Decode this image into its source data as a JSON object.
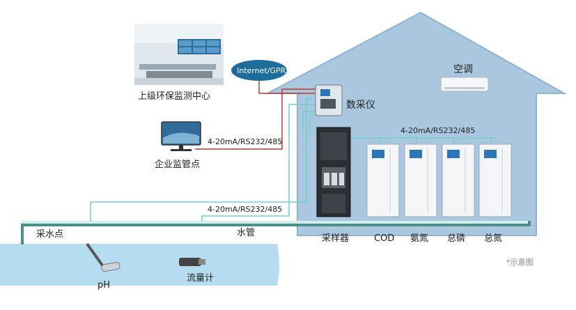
{
  "labels": {
    "center": "上级环保监测中心",
    "internet": "Internet/GPRS",
    "air_conditioner": "空调",
    "data_collector": "数采仪",
    "enterprise": "企业监管点",
    "signal_top": "4-20mA/RS232/485",
    "signal_left": "4-20mA/RS232/485",
    "signal_bottom": "4-20mA/RS232/485",
    "sampling_point": "采水点",
    "water_pipe": "水管",
    "ph": "pH",
    "flowmeter": "流量计",
    "note": "*示意图"
  },
  "instruments": [
    "采样器",
    "COD",
    "氨氮",
    "总磷",
    "总氮"
  ],
  "colors": {
    "house": "#a9c7df",
    "house_stroke": "#8fb3d0",
    "water": "#b5dcef",
    "signal_red": "#c0392b",
    "teal": "#6fd0c8",
    "cloud": "#1c6d9d"
  }
}
